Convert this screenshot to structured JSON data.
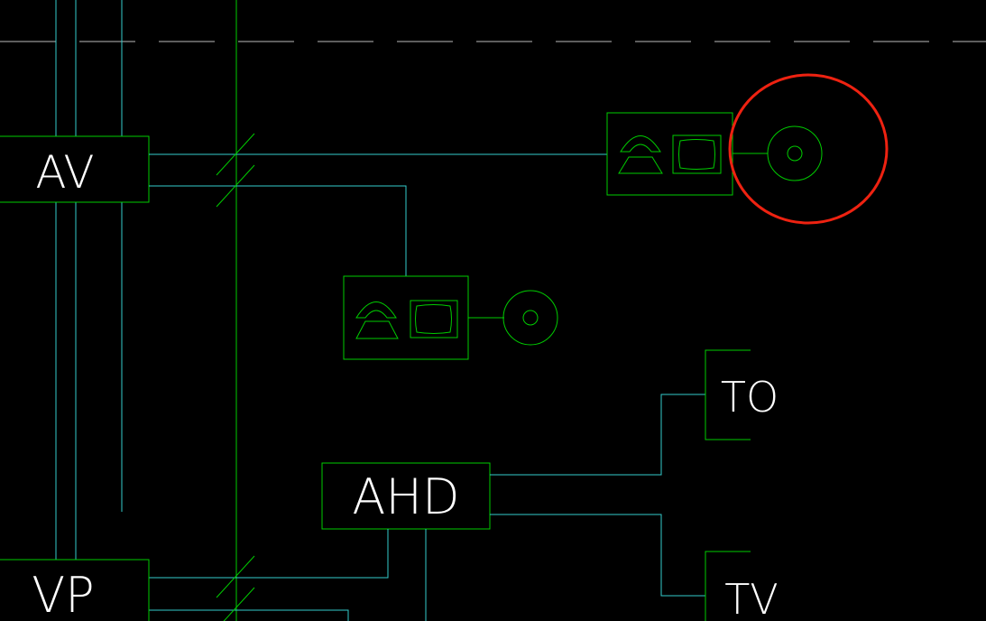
{
  "drawing": {
    "blocks": {
      "av": "AV",
      "vp": "VP",
      "ahd": "AHD",
      "to": "TO",
      "tv": "TV"
    },
    "icons": {
      "upper_outlet": [
        "telephone-icon",
        "tv-screen-icon",
        "antenna-socket-icon"
      ],
      "lower_outlet": [
        "telephone-icon",
        "tv-screen-icon",
        "antenna-socket-icon"
      ]
    },
    "highlight": {
      "shape": "red-circle",
      "target": "antenna-socket-icon"
    },
    "colors": {
      "background": "#000000",
      "frame_lines": "#00cc00",
      "cable_lines": "#33cccc",
      "labels": "#ffffff",
      "highlight": "#ee2211",
      "dashed_line": "#bbbbbb"
    }
  }
}
